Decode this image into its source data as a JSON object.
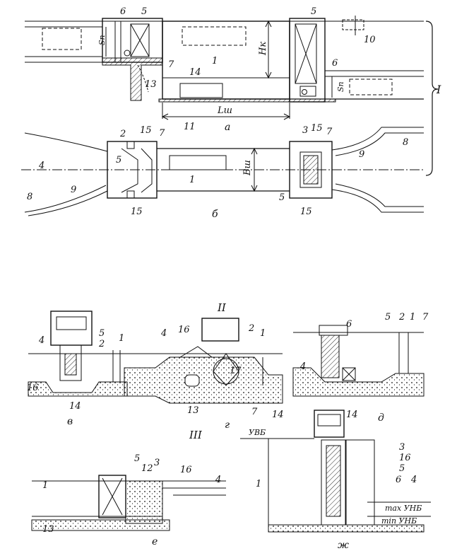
{
  "roman": {
    "I": "I",
    "II": "II",
    "III": "III"
  },
  "views": {
    "a": "а",
    "b": "б",
    "v": "в",
    "g": "г",
    "d": "д",
    "e": "е",
    "zh": "ж"
  },
  "dims": {
    "Hk": "Hк",
    "Lsh": "Lш",
    "Bsh": "Bш",
    "Sp1": "Sп",
    "Sp2": "Sп"
  },
  "levels": {
    "uvb": "УВБ",
    "max_unb": "max УНБ",
    "min_unb": "min УНБ"
  },
  "labels": {
    "n1": "1",
    "n2": "2",
    "n3": "3",
    "n4": "4",
    "n5": "5",
    "n6": "6",
    "n7": "7",
    "n8": "8",
    "n9": "9",
    "n10": "10",
    "n11": "11",
    "n12": "12",
    "n13": "13",
    "n14": "14",
    "n15": "15",
    "n16": "16",
    "n17": "17"
  }
}
